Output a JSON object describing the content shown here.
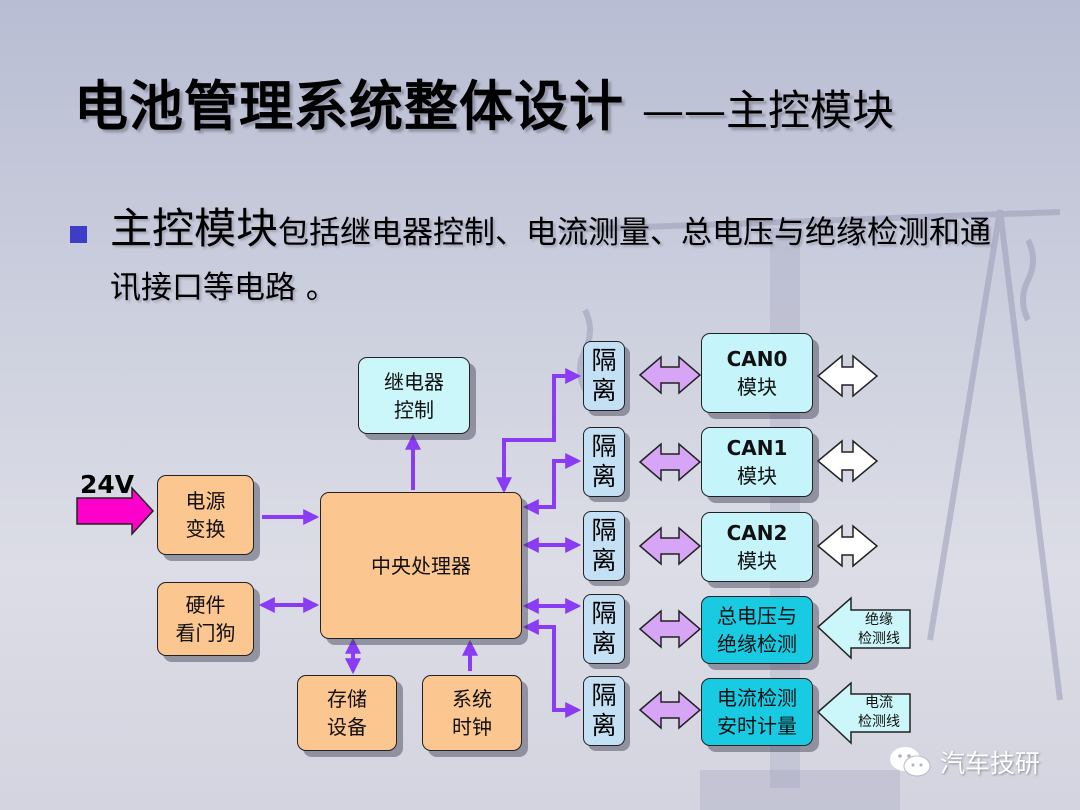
{
  "title": {
    "main": "电池管理系统整体设计",
    "sub": "——主控模块"
  },
  "bullet": {
    "lead": "主控模块",
    "rest": "包括继电器控制、电流测量、总电压与绝缘检测和通讯接口等电路 。"
  },
  "diagram": {
    "input_label": "24V",
    "power": [
      "电源",
      "变换"
    ],
    "relay": [
      "继电器",
      "控制"
    ],
    "watchdog": [
      "硬件",
      "看门狗"
    ],
    "cpu": "中央处理器",
    "storage": [
      "存储",
      "设备"
    ],
    "clock": [
      "系统",
      "时钟"
    ],
    "iso_text": [
      "隔",
      "离"
    ],
    "can0": [
      "CAN0",
      "模块"
    ],
    "can1": [
      "CAN1",
      "模块"
    ],
    "can2": [
      "CAN2",
      "模块"
    ],
    "voltage": [
      "总电压与",
      "绝缘检测"
    ],
    "current": [
      "电流检测",
      "安时计量"
    ],
    "sense_insulation": [
      "绝缘",
      "检测线"
    ],
    "sense_current": [
      "电流",
      "检测线"
    ]
  },
  "watermark": "汽车技研",
  "colors": {
    "wire": "#8a3cf5",
    "input_arrow": "#ff00cc",
    "bullet": "#3d3dc8"
  }
}
